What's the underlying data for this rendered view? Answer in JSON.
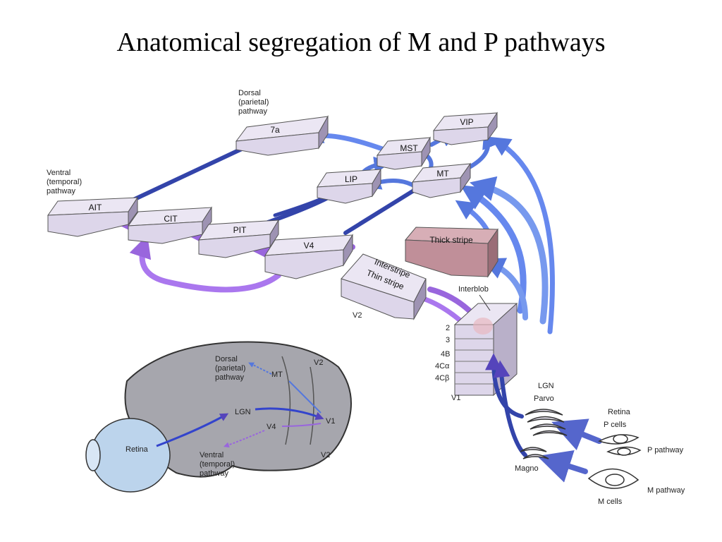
{
  "title": "Anatomical segregation of M and P pathways",
  "colors": {
    "box_face": "#ddd6ea",
    "box_dark": "#9e93b3",
    "thick_stripe": "#c08f99",
    "m_pathway": "#5577dd",
    "p_pathway": "#6655cc",
    "ventral": "#9966dd",
    "brain": "#a6a6ad",
    "eye": "#bcd4ec"
  },
  "top": {
    "dorsal_label": [
      "Dorsal",
      "(parietal)",
      "pathway"
    ],
    "ventral_label": [
      "Ventral",
      "(temporal)",
      "pathway"
    ],
    "areas": {
      "a7": "7a",
      "vip": "VIP",
      "mst": "MST",
      "mt": "MT",
      "lip": "LIP",
      "ait": "AIT",
      "cit": "CIT",
      "pit": "PIT",
      "v4": "V4"
    },
    "thick_stripe": "Thick stripe",
    "interstripe": "Interstripe",
    "thin_stripe": "Thin stripe",
    "v2": "V2",
    "interblob": "Interblob",
    "layers": [
      "2",
      "3",
      "4B",
      "4Cα",
      "4Cβ"
    ],
    "v1": "V1",
    "lgn": "LGN",
    "parvo": "Parvo",
    "magno": "Magno",
    "retina_p_cells": [
      "Retina",
      "P cells"
    ],
    "p_pathway": "P pathway",
    "m_pathway": "M pathway",
    "m_cells": "M cells"
  },
  "inset": {
    "dorsal": [
      "Dorsal",
      "(parietal)",
      "pathway"
    ],
    "mt": "MT",
    "v2_top": "V2",
    "lgn": "LGN",
    "v1": "V1",
    "v4": "V4",
    "retina": "Retina",
    "ventral": [
      "Ventral",
      "(temporal)",
      "pathway"
    ],
    "v2_bottom": "V2"
  }
}
